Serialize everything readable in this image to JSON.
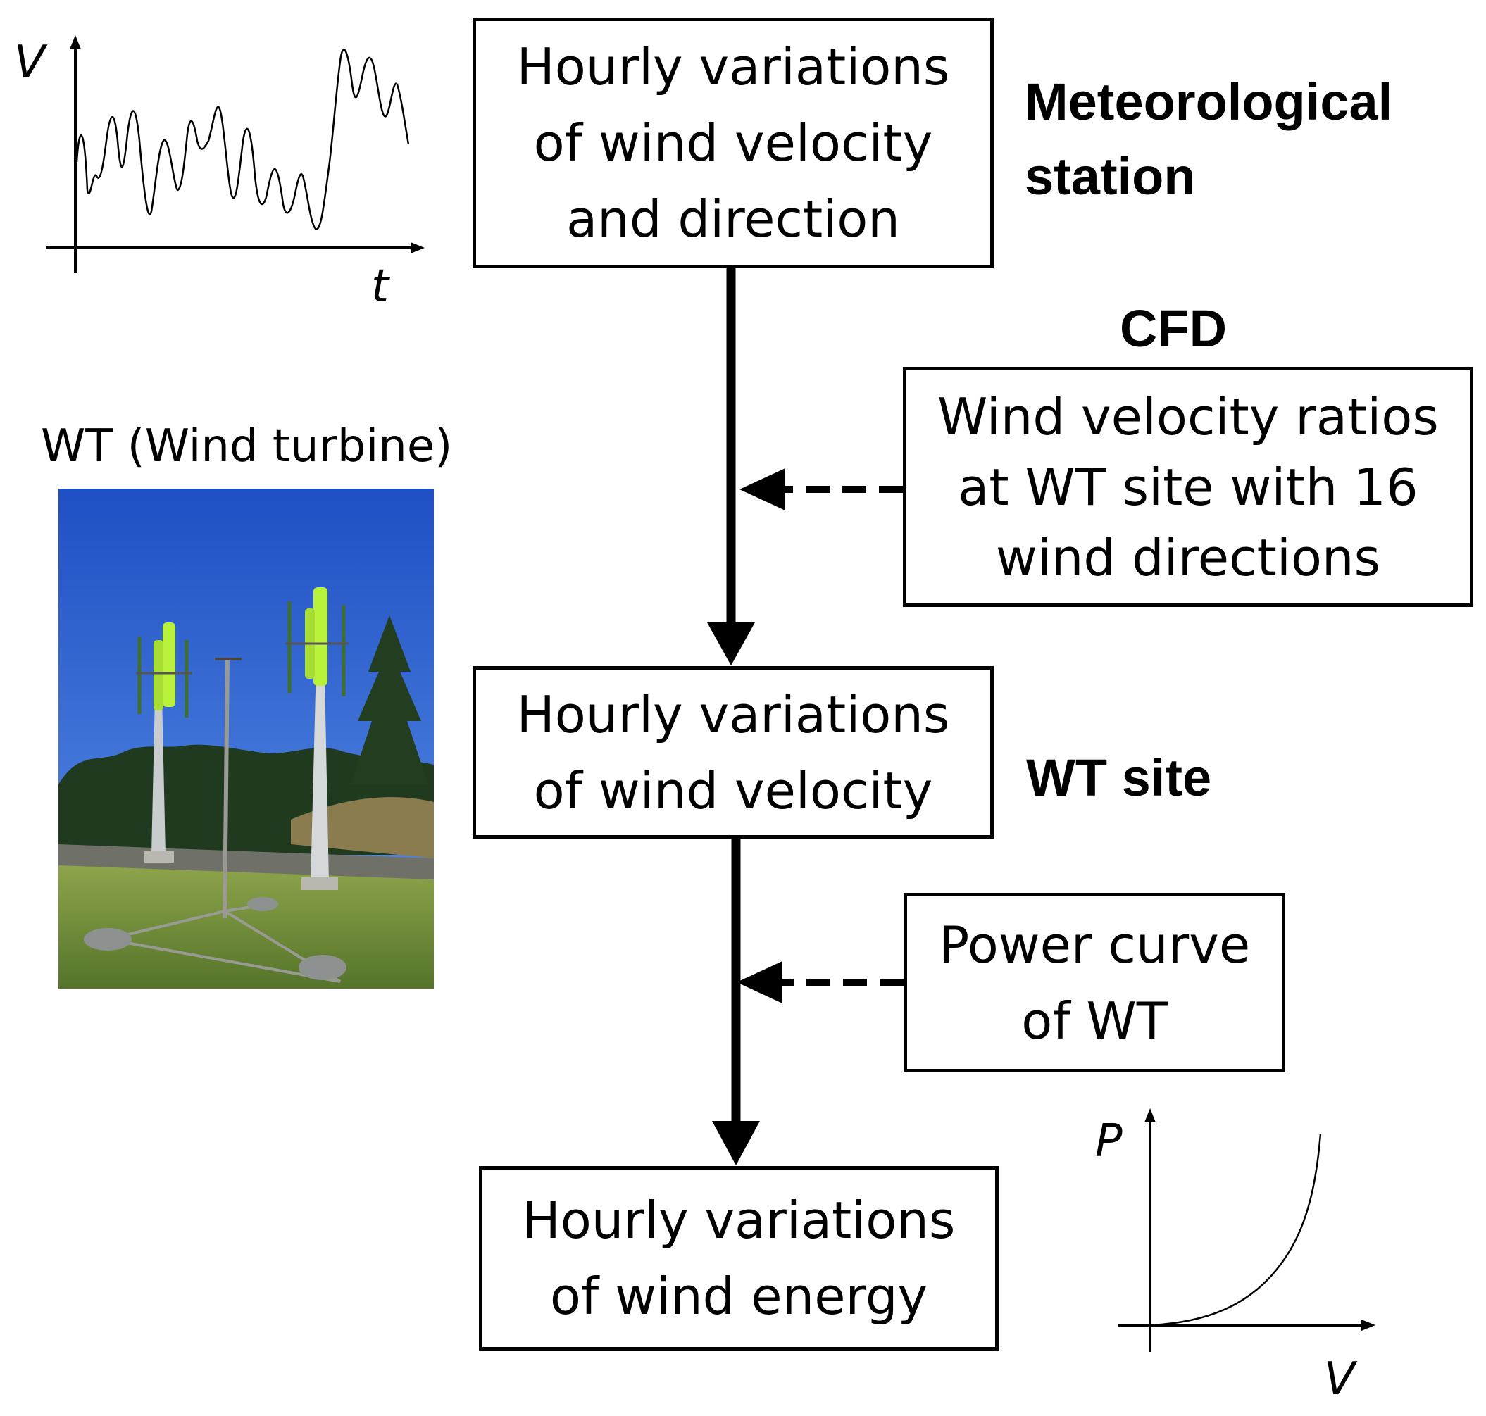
{
  "flow": {
    "station_box": "Hourly variations\nof wind velocity\nand direction",
    "station_label": "Meteorological\nstation",
    "cfd_title": "CFD",
    "cfd_box": "Wind velocity ratios\nat WT site with 16\nwind directions",
    "site_box": "Hourly variations\nof wind velocity",
    "site_label": "WT site",
    "power_box": "Power curve\nof WT",
    "energy_box": "Hourly variations\nof wind energy"
  },
  "velocity_plot": {
    "y_axis": "V",
    "x_axis": "t"
  },
  "power_plot": {
    "y_axis": "P",
    "x_axis": "V"
  },
  "photo": {
    "caption": "WT (Wind turbine)"
  },
  "colors": {
    "line": "#000000",
    "sky": "#2f6fd8",
    "grass": "#7f9a3c",
    "blade": "#b8f23a",
    "trees": "#1f3a1f"
  }
}
